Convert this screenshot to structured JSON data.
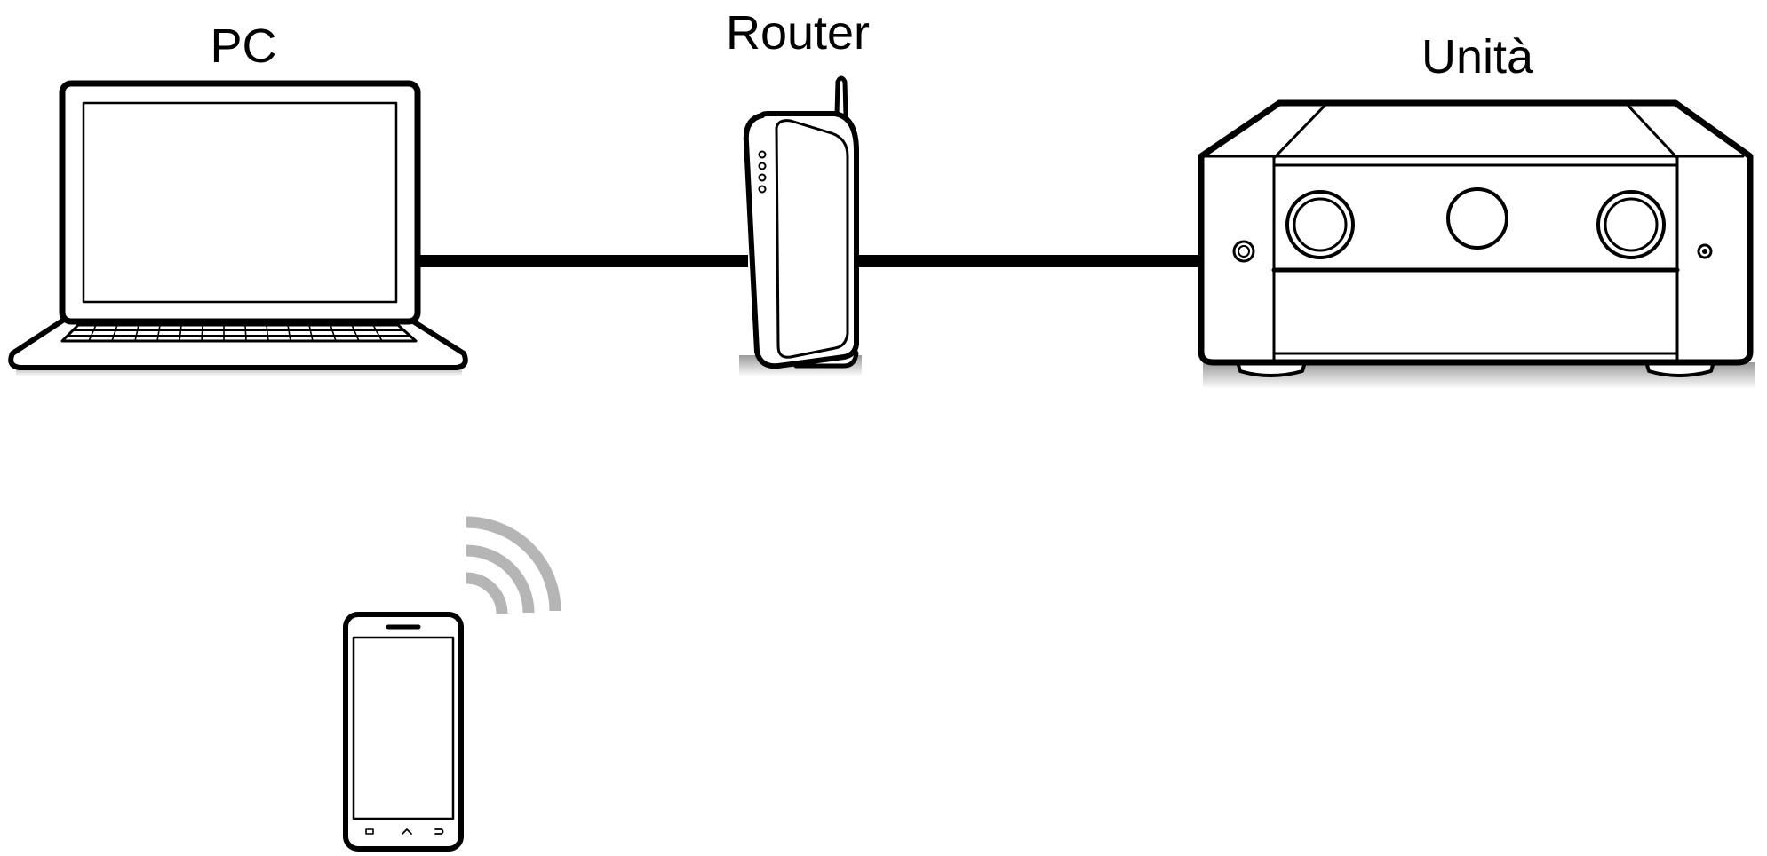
{
  "labels": {
    "pc": "PC",
    "router": "Router",
    "unit": "Unità"
  },
  "colors": {
    "line": "#000000",
    "background": "#ffffff",
    "shadow": "#c8c8c8",
    "wifi_waves": "#b0b0b0"
  },
  "icons": [
    "laptop-icon",
    "router-icon",
    "av-receiver-icon",
    "smartphone-icon",
    "wifi-signal-icon"
  ]
}
